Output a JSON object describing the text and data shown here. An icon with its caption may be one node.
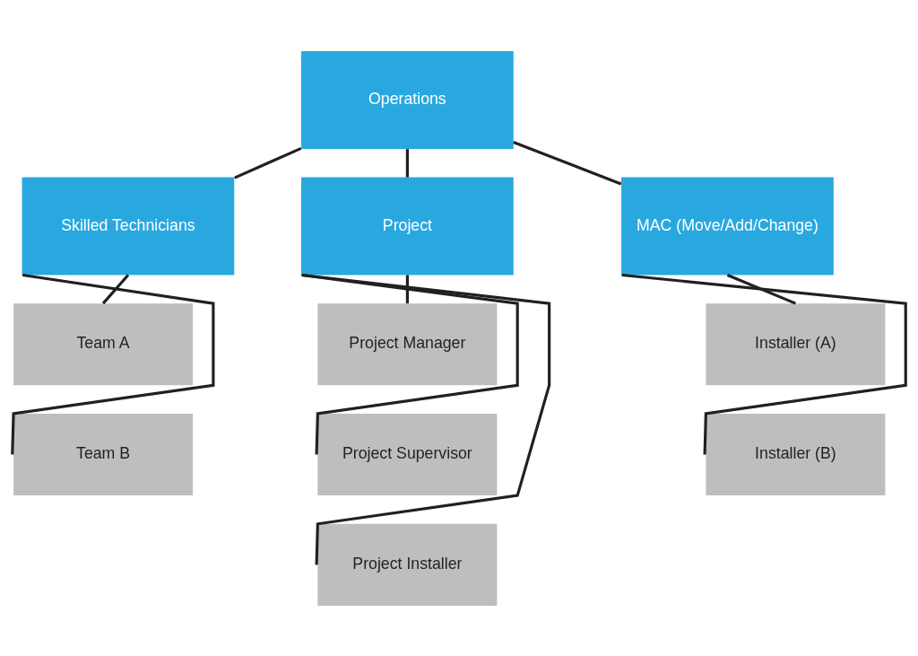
{
  "diagram": {
    "nodes": [
      {
        "text": [
          "Operations"
        ]
      },
      {
        "text": [
          "Skilled Technicians"
        ]
      },
      {
        "text": [
          "Project"
        ]
      },
      {
        "text": [
          "MAC (Move/Add/Change)"
        ]
      },
      {
        "text": [
          "Team A"
        ]
      },
      {
        "text": [
          "Team B"
        ]
      },
      {
        "text": [
          "Project Manager"
        ]
      },
      {
        "text": [
          "Project Supervisor"
        ]
      },
      {
        "text": [
          "Project Installer"
        ]
      },
      {
        "text": [
          "Installer (A)"
        ]
      },
      {
        "text": [
          "Installer (B)"
        ]
      }
    ],
    "edges": [
      {
        "from": 0,
        "to": 1,
        "arrow": "none"
      },
      {
        "from": 0,
        "to": 2,
        "arrow": "none"
      },
      {
        "from": 0,
        "to": 3,
        "arrow": "none"
      },
      {
        "from": 1,
        "to": 4,
        "arrow": "none"
      },
      {
        "from": 1,
        "to": 5,
        "arrow": "none"
      },
      {
        "from": 2,
        "to": 6,
        "arrow": "none"
      },
      {
        "from": 2,
        "to": 7,
        "arrow": "none"
      },
      {
        "from": 2,
        "to": 8,
        "arrow": "none"
      },
      {
        "from": 3,
        "to": 9,
        "arrow": "none"
      },
      {
        "from": 3,
        "to": 10,
        "arrow": "none"
      }
    ]
  }
}
